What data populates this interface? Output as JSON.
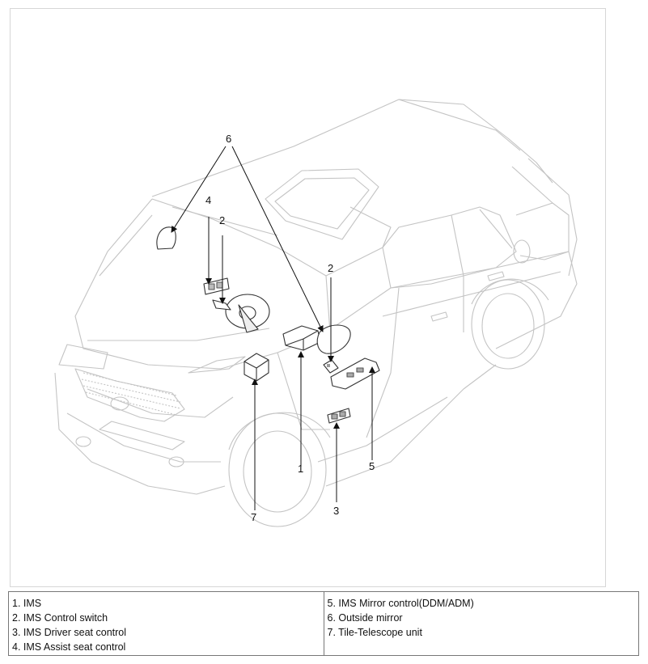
{
  "callouts": {
    "c6": "6",
    "c4": "4",
    "c2a": "2",
    "c2b": "2",
    "c1": "1",
    "c5": "5",
    "c3": "3",
    "c7": "7"
  },
  "legend": {
    "left": [
      "1. IMS",
      "2. IMS Control switch",
      "3. IMS Driver seat control",
      "4. IMS Assist seat control"
    ],
    "right": [
      "5. IMS Mirror control(DDM/ADM)",
      "6. Outside mirror",
      "7. Tile-Telescope unit"
    ]
  }
}
